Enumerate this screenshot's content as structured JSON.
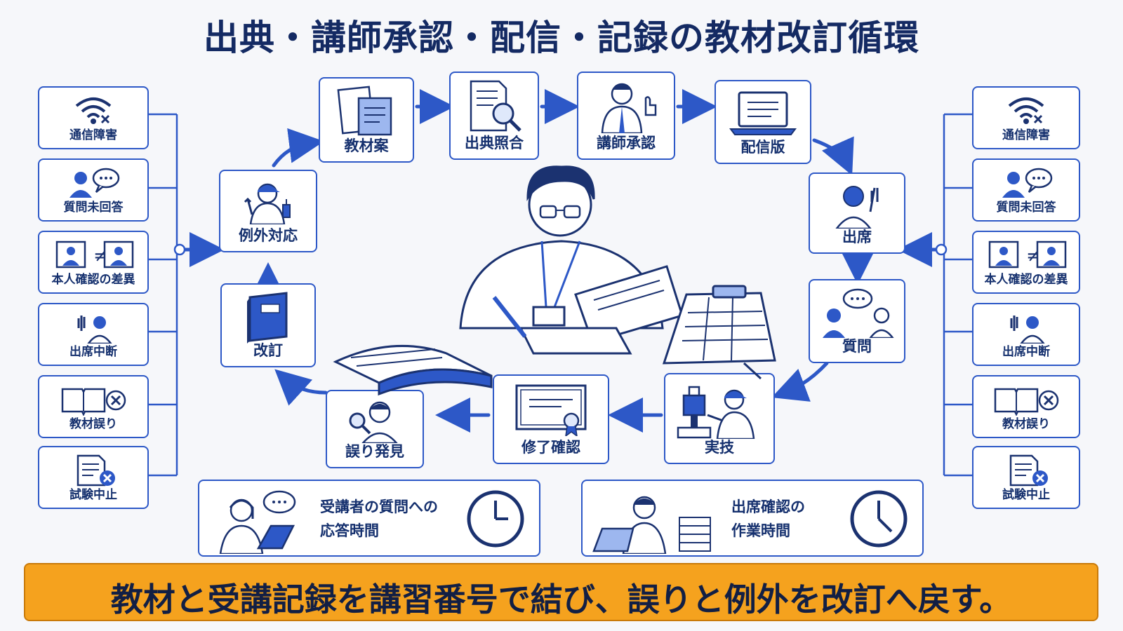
{
  "title": "出典・講師承認・配信・記録の教材改訂循環",
  "left_exceptions": [
    "通信障害",
    "質問未回答",
    "本人確認の差異",
    "出席中断",
    "教材誤り",
    "試験中止"
  ],
  "right_exceptions": [
    "通信障害",
    "質問未回答",
    "本人確認の差異",
    "出席中断",
    "教材誤り",
    "試験中止"
  ],
  "steps": {
    "draft": "教材案",
    "source_check": "出典照合",
    "instructor_approval": "講師承認",
    "release": "配信版",
    "attendance": "出席",
    "question": "質問",
    "practical": "実技",
    "completion": "修了確認",
    "error_found": "誤り発見",
    "revision": "改訂",
    "exception": "例外対応"
  },
  "info_left": {
    "line1": "受講者の質問への",
    "line2": "応答時間"
  },
  "info_right": {
    "line1": "出席確認の",
    "line2": "作業時間"
  },
  "banner": "教材と受講記録を講習番号で結び、誤りと例外を改訂へ戻す。",
  "colors": {
    "accent": "#2d58c7",
    "ink": "#15306e",
    "banner": "#f5a21e"
  }
}
